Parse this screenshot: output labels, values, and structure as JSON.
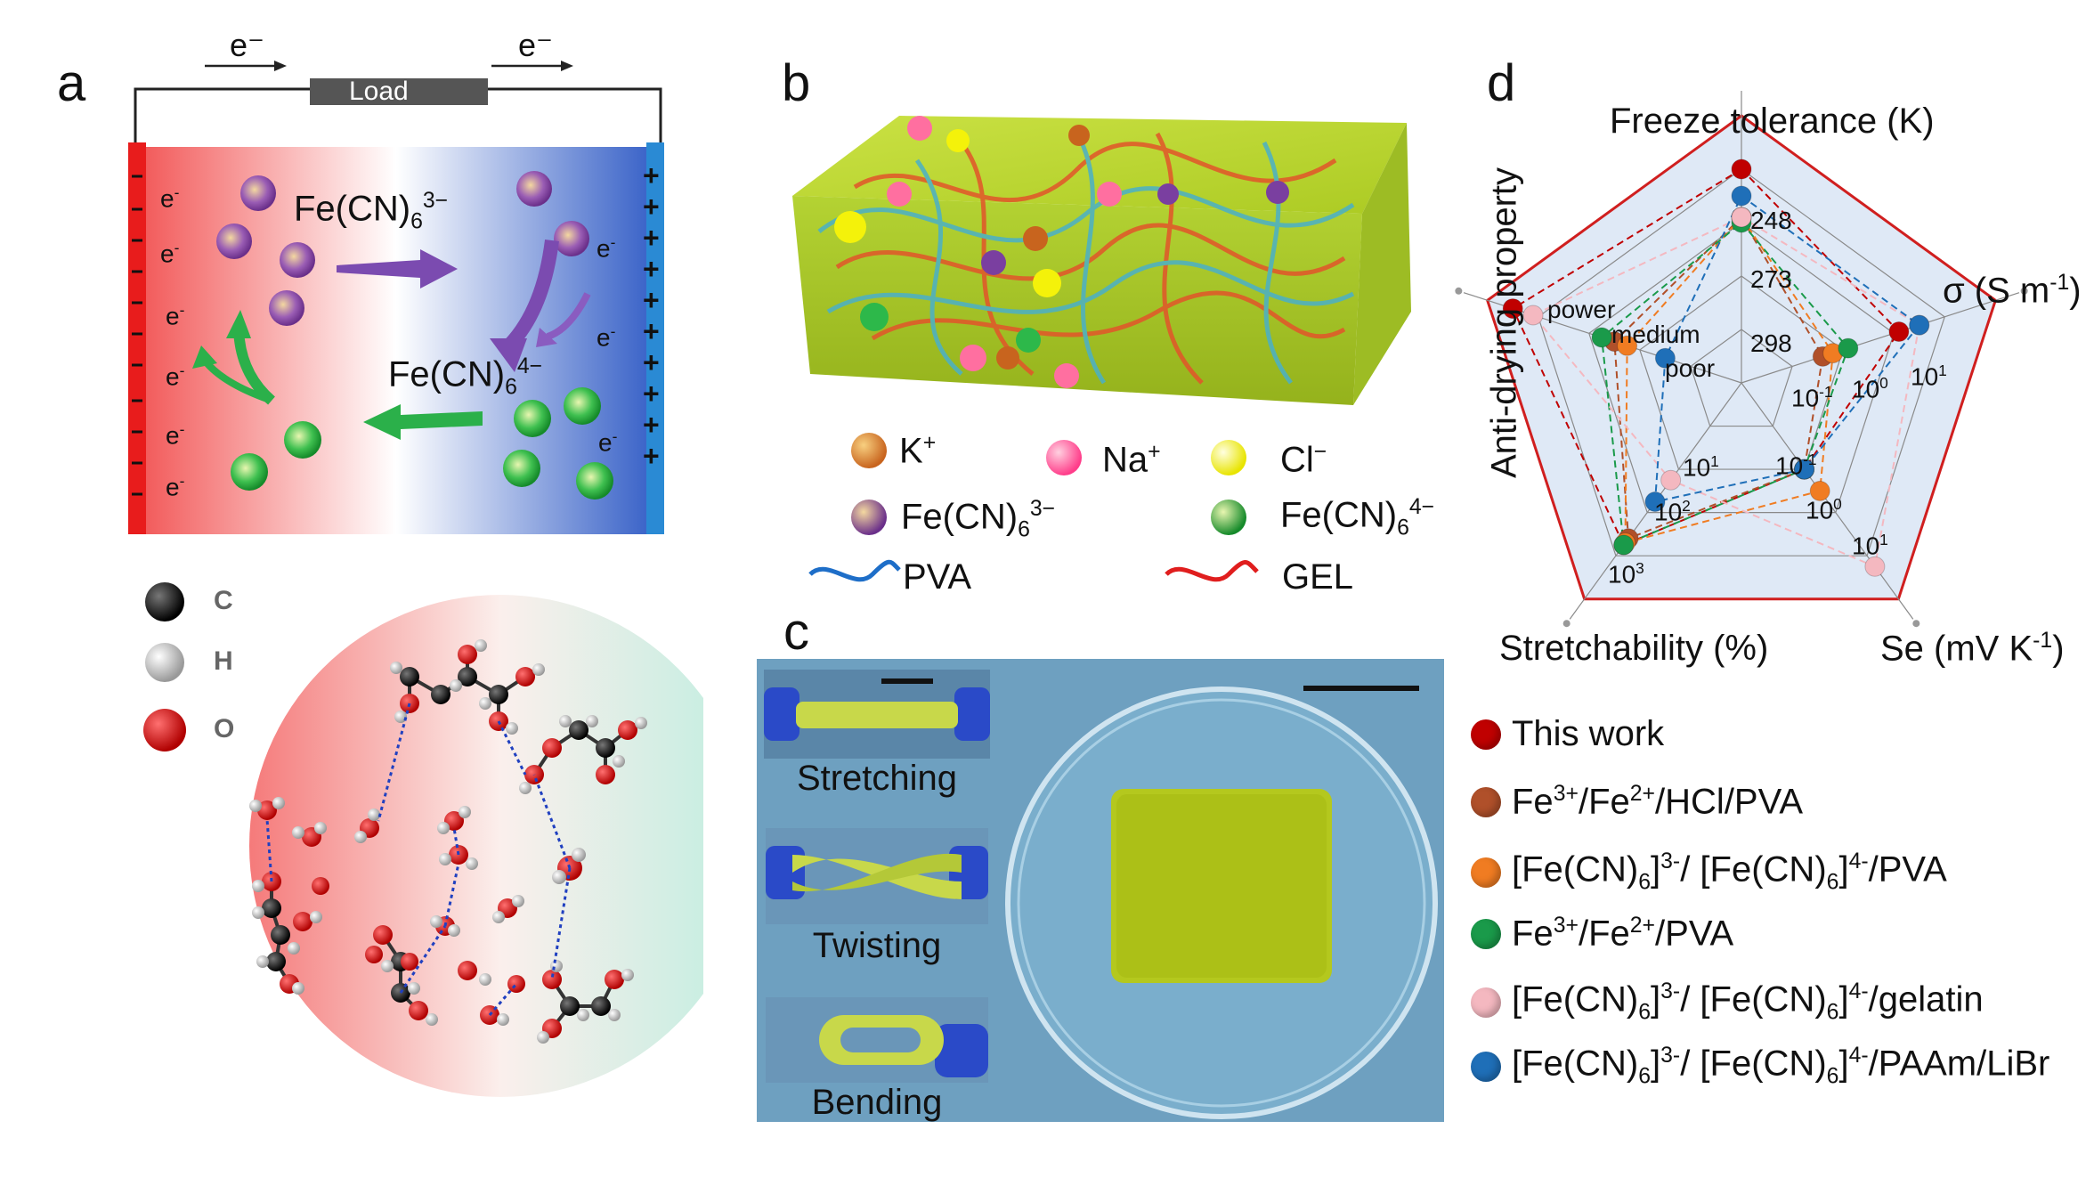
{
  "panels": {
    "a": "a",
    "b": "b",
    "c": "c",
    "d": "d"
  },
  "panel_a": {
    "electron_top_left": "e⁻",
    "electron_top_right": "e⁻",
    "load": "Load",
    "ferricyanide": "Fe(CN)",
    "ferricyanide_sub": "6",
    "ferricyanide_sup": "3−",
    "ferrocyanide": "Fe(CN)",
    "ferrocyanide_sub": "6",
    "ferrocyanide_sup": "4−",
    "electron": "e",
    "electron_sup": "-",
    "plus": "+",
    "minus": "-",
    "atoms": [
      {
        "symbol": "C",
        "color": "#111111"
      },
      {
        "symbol": "H",
        "color": "#dddddd"
      },
      {
        "symbol": "O",
        "color": "#dd0000"
      }
    ]
  },
  "panel_b": {
    "legend": {
      "k": "K",
      "k_sup": "+",
      "na": "Na",
      "na_sup": "+",
      "cl": "Cl",
      "cl_sup": "−",
      "fe3": "Fe(CN)",
      "fe3_sub": "6",
      "fe3_sup": "3−",
      "fe4": "Fe(CN)",
      "fe4_sub": "6",
      "fe4_sup": "4−",
      "pva": "PVA",
      "gel": "GEL"
    },
    "colors": {
      "k": "#c8641e",
      "na": "#ff4f9a",
      "cl": "#f4f20a",
      "fe3": "#7a3fa0",
      "fe4": "#2db84a",
      "pva": "#1e6ec8",
      "gel": "#e01e1e",
      "gel_body": "#b8d62a"
    }
  },
  "panel_c": {
    "labels": [
      "Stretching",
      "Twisting",
      "Bending"
    ]
  },
  "panel_d": {
    "chart_data": {
      "type": "radar",
      "axes": [
        {
          "name": "Freeze tolerance (K)",
          "ticks": [
            "248",
            "273",
            "298"
          ]
        },
        {
          "name": "σ (S m",
          "name_sup": "-1",
          "name_tail": ")",
          "ticks": [
            "10",
            "10"
          ],
          "tick_sups": [
            "-1",
            "0"
          ],
          "outer_tick": "10",
          "outer_tick_sup": "1"
        },
        {
          "name": "Se (mV K",
          "name_sup": "-1",
          "name_tail": ")",
          "ticks": [
            "10",
            "10"
          ],
          "tick_sups": [
            "-1",
            "0"
          ],
          "outer_tick": "10",
          "outer_tick_sup": "1"
        },
        {
          "name": "Stretchability (%)",
          "ticks": [
            "10",
            "10",
            "10"
          ],
          "tick_sups": [
            "1",
            "2",
            "3"
          ]
        },
        {
          "name": "Anti-drying property",
          "ticks": [
            "poor",
            "medium",
            "power"
          ]
        }
      ],
      "series": [
        {
          "name": "This work",
          "color": "#c00000",
          "values": [
            0.8,
            0.62,
            0.4,
            0.75,
            0.9
          ]
        },
        {
          "name": "Fe³⁺/Fe²⁺/HCl/PVA",
          "color": "#b0502a",
          "values": [
            0.62,
            0.32,
            0.4,
            0.72,
            0.5
          ]
        },
        {
          "name": "[Fe(CN)₆]³⁻/ [Fe(CN)₆]⁴⁻/PVA",
          "color": "#f07c22",
          "values": [
            0.62,
            0.36,
            0.5,
            0.74,
            0.45
          ]
        },
        {
          "name": "Fe³⁺/Fe²⁺/PVA",
          "color": "#1a9a4a",
          "values": [
            0.6,
            0.42,
            0.4,
            0.75,
            0.55
          ]
        },
        {
          "name": "[Fe(CN)₆]³⁻/ [Fe(CN)₆]⁴⁻/gelatin",
          "color": "#f4b8c0",
          "values": [
            0.62,
            0.7,
            0.85,
            0.45,
            0.82
          ]
        },
        {
          "name": "[Fe(CN)₆]³⁻/ [Fe(CN)₆]⁴⁻/PAAm/LiBr",
          "color": "#1f6fb8",
          "values": [
            0.7,
            0.7,
            0.4,
            0.55,
            0.3
          ]
        }
      ]
    },
    "legend": [
      {
        "pre": "This work",
        "color": "#c00000"
      },
      {
        "pre": "Fe",
        "sup1": "3+",
        "mid1": "/Fe",
        "sup2": "2+",
        "tail": "/HCl/PVA",
        "color": "#b0502a"
      },
      {
        "pre": "[Fe(CN)",
        "sub1": "6",
        "mid0": "]",
        "sup1": "3-",
        "mid1": "/ [Fe(CN)",
        "sub2": "6",
        "mid2": "]",
        "sup2": "4-",
        "tail": "/PVA",
        "color": "#f07c22"
      },
      {
        "pre": "Fe",
        "sup1": "3+",
        "mid1": "/Fe",
        "sup2": "2+",
        "tail": "/PVA",
        "color": "#1a9a4a"
      },
      {
        "pre": "[Fe(CN)",
        "sub1": "6",
        "mid0": "]",
        "sup1": "3-",
        "mid1": "/ [Fe(CN)",
        "sub2": "6",
        "mid2": "]",
        "sup2": "4-",
        "tail": "/gelatin",
        "color": "#f4b8c0"
      },
      {
        "pre": "[Fe(CN)",
        "sub1": "6",
        "mid0": "]",
        "sup1": "3-",
        "mid1": "/ [Fe(CN)",
        "sub2": "6",
        "mid2": "]",
        "sup2": "4-",
        "tail": "/PAAm/LiBr",
        "color": "#1f6fb8"
      }
    ]
  }
}
